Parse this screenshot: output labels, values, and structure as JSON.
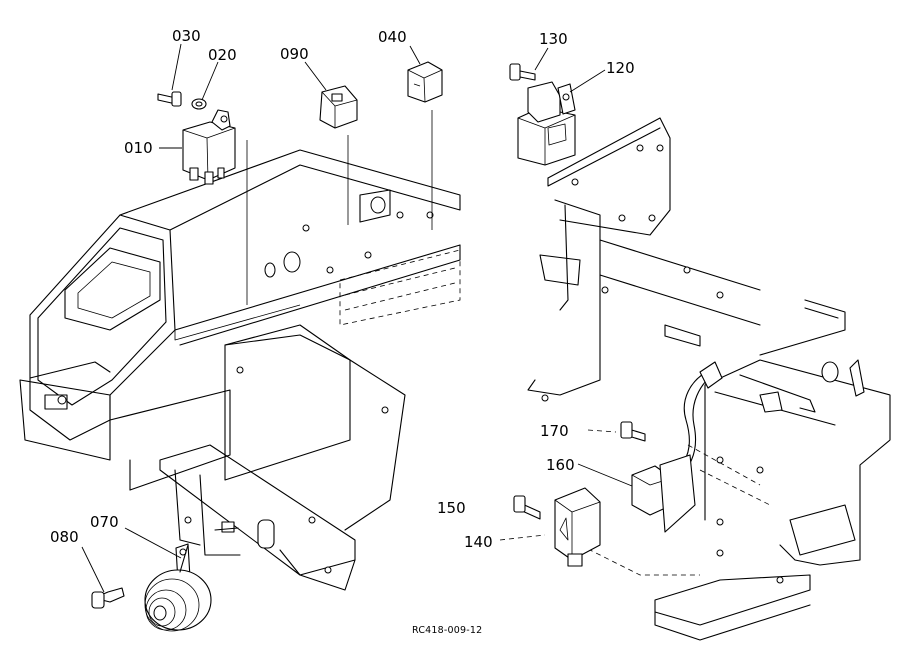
{
  "diagram": {
    "drawing_code": "RC418-009-12",
    "callouts": {
      "p010": "010",
      "p020": "020",
      "p030": "030",
      "p040": "040",
      "p070": "070",
      "p080": "080",
      "p090": "090",
      "p120": "120",
      "p130": "130",
      "p140": "140",
      "p150": "150",
      "p160": "160",
      "p170": "170"
    }
  }
}
